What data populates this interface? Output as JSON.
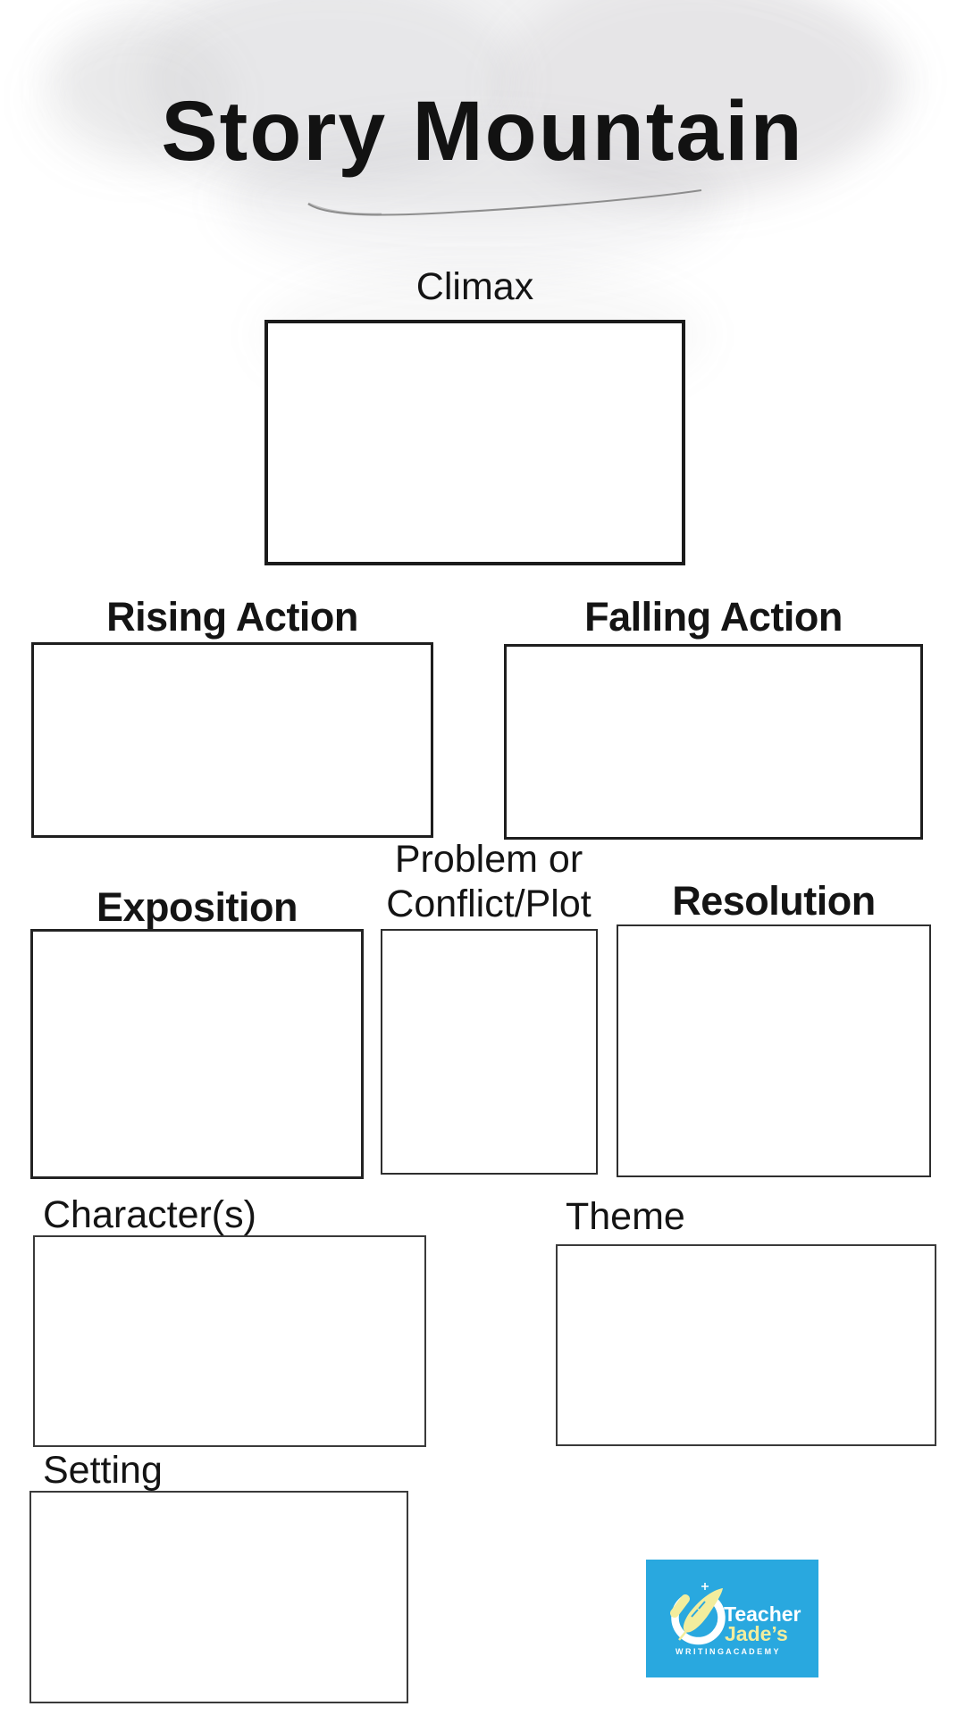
{
  "page": {
    "title": "Story Mountain"
  },
  "sections": {
    "climax": {
      "label": "Climax"
    },
    "rising_action": {
      "label": "Rising Action"
    },
    "falling_action": {
      "label": "Falling Action"
    },
    "exposition": {
      "label": "Exposition"
    },
    "problem": {
      "label_line1": "Problem or",
      "label_line2": "Conflict/Plot"
    },
    "resolution": {
      "label": "Resolution"
    },
    "characters": {
      "label": "Character(s)"
    },
    "theme": {
      "label": "Theme"
    },
    "setting": {
      "label": "Setting"
    }
  },
  "logo": {
    "name_line1": "Teacher",
    "name_line2": "Jade’s",
    "tagline": "W R I T I N G   A C A D E M Y",
    "background_color": "#29a8df",
    "accent_color": "#f2ed9d",
    "text_color": "#ffffff"
  }
}
